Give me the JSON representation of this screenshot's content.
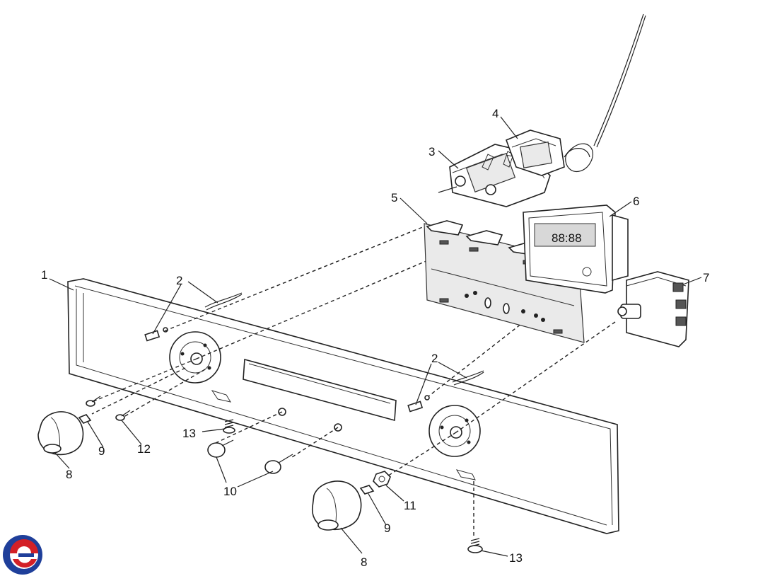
{
  "diagram": {
    "labels": {
      "l1": "1",
      "l2a": "2",
      "l2b": "2",
      "l3": "3",
      "l4": "4",
      "l5": "5",
      "l6": "6",
      "l7": "7",
      "l8a": "8",
      "l8b": "8",
      "l9a": "9",
      "l9b": "9",
      "l10": "10",
      "l11": "11",
      "l12": "12",
      "l13a": "13",
      "l13b": "13"
    },
    "timer_display": "88:88"
  }
}
